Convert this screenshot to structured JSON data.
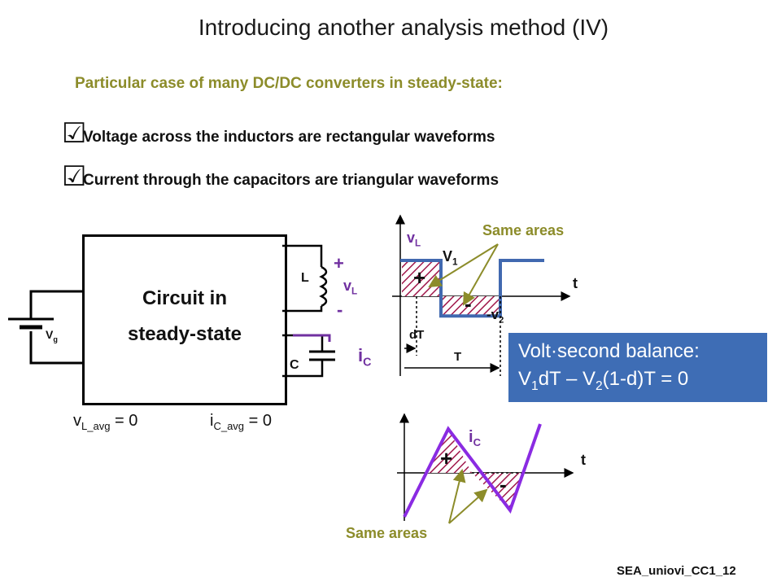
{
  "title": "Introducing another analysis method (IV)",
  "subtitle": "Particular case of many DC/DC converters in steady-state:",
  "bullets": [
    {
      "check": "☑",
      "text": "Voltage across the inductors are rectangular waveforms"
    },
    {
      "check": "☑",
      "text": "Current through the capacitors are triangular waveforms"
    }
  ],
  "circuit": {
    "box_line1": "Circuit in",
    "box_line2": "steady-state",
    "source": "V",
    "source_sub": "g",
    "inductor": "L",
    "inductor_voltage": "v",
    "inductor_voltage_sub": "L",
    "plus": "+",
    "minus": "-",
    "capacitor": "C",
    "capacitor_current": "i",
    "capacitor_current_sub": "C",
    "vl_avg_main": "v",
    "vl_avg_sub": "L_avg",
    "vl_avg_rest": " = 0",
    "ic_avg_main": "i",
    "ic_avg_sub": "C_avg",
    "ic_avg_rest": " = 0"
  },
  "waveform_v": {
    "ylabel": "v",
    "ylabel_sub": "L",
    "same_areas": "Same areas",
    "v1": "V",
    "v1_sub": "1",
    "neg_v2": "-v",
    "neg_v2_sub": "2",
    "plus": "+",
    "minus": "-",
    "t": "t",
    "dT": "dT",
    "T": "T",
    "duty_d": 0.48,
    "high": 1,
    "low": -0.55,
    "colors": {
      "line": "#4169b0",
      "hatch": "#a0184b"
    }
  },
  "waveform_i": {
    "ylabel": "i",
    "ylabel_sub": "C",
    "plus": "+",
    "minus": "-",
    "t": "t",
    "same_areas": "Same areas",
    "colors": {
      "line": "#8a2be2",
      "hatch": "#a0184b"
    }
  },
  "balance": {
    "line1": "Volt·second balance:",
    "line2_a": "V",
    "line2_sub1": "1",
    "line2_b": "dT – V",
    "line2_sub2": "2",
    "line2_c": "(1-d)T = 0",
    "bg": "#3e6db5"
  },
  "footer": "SEA_uniovi_CC1_12",
  "colors": {
    "olive": "#8c8c2a",
    "purple": "#7030a0",
    "arrow": "#8c8c2a"
  }
}
